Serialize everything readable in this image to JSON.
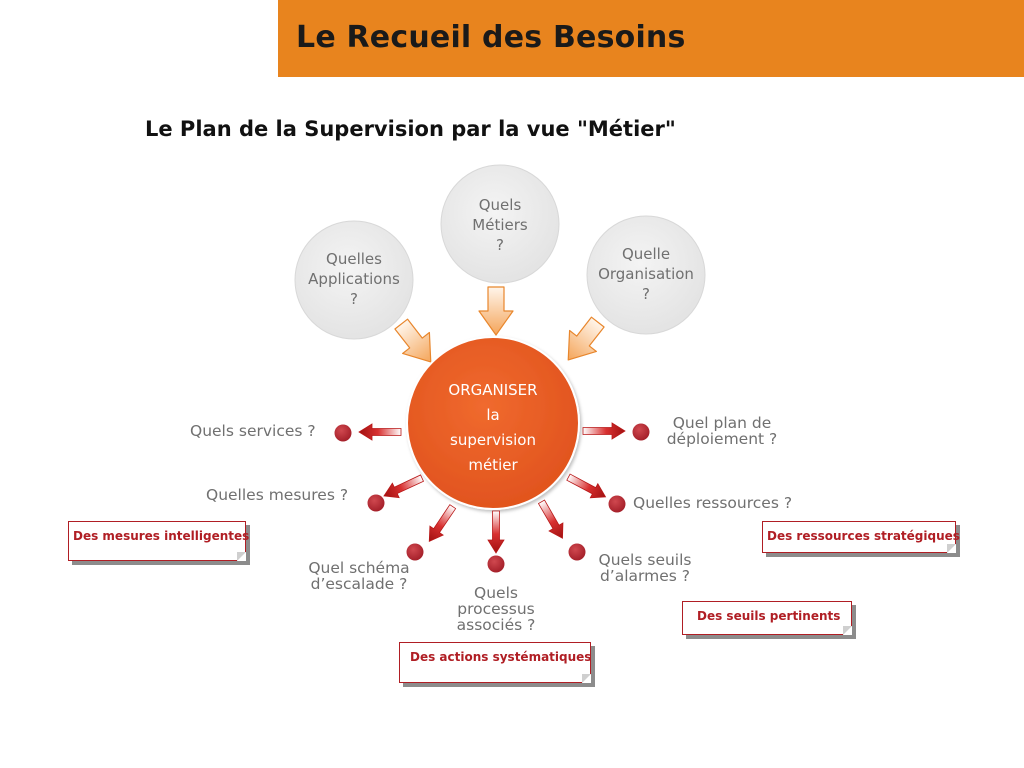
{
  "header": {
    "title": "Le Recueil des Besoins",
    "accent_color": "#e8841e"
  },
  "subtitle": "Le Plan de la Supervision par la vue \"Métier\"",
  "center": {
    "line1": "ORGANISER",
    "line2": "la",
    "line3": "supervision",
    "line4": "métier",
    "color": "#e85a24"
  },
  "inputs": [
    {
      "line1": "Quelles",
      "line2": "Applications",
      "line3": "?"
    },
    {
      "line1": "Quels",
      "line2": "Métiers",
      "line3": "?"
    },
    {
      "line1": "Quelle",
      "line2": "Organisation",
      "line3": "?"
    }
  ],
  "outputs": {
    "services": "Quels services ?",
    "mesures": "Quelles mesures ?",
    "escalade_1": "Quel schéma",
    "escalade_2": "d’escalade ?",
    "processus_1": "Quels",
    "processus_2": "processus",
    "processus_3": "associés ?",
    "seuils_1": "Quels seuils",
    "seuils_2": "d’alarmes ?",
    "ressources": "Quelles ressources ?",
    "plan_1": "Quel plan de",
    "plan_2": "déploiement ?"
  },
  "callouts": {
    "mesures": "Des mesures intelligentes",
    "actions": "Des actions systématiques",
    "seuils": "Des seuils pertinents",
    "ressources": "Des ressources stratégiques"
  }
}
